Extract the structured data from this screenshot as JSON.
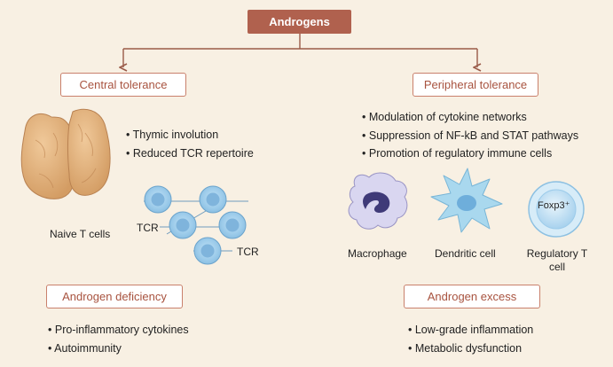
{
  "title": "Androgens",
  "central": {
    "heading": "Central tolerance",
    "effects": [
      "Thymic involution",
      "Reduced TCR repertoire"
    ],
    "naive_label": "Naive T cells",
    "tcr_label_left": "TCR",
    "tcr_label_right": "TCR"
  },
  "peripheral": {
    "heading": "Peripheral tolerance",
    "effects": [
      "Modulation of cytokine networks",
      "Suppression of NF-kB and STAT pathways",
      "Promotion of regulatory immune cells"
    ],
    "cells": {
      "macrophage": "Macrophage",
      "dendritic": "Dendritic cell",
      "treg": "Regulatory T cell",
      "foxp3": "Foxp3⁺"
    }
  },
  "deficiency": {
    "heading": "Androgen deficiency",
    "effects": [
      "Pro-inflammatory cytokines",
      "Autoimmunity"
    ]
  },
  "excess": {
    "heading": "Androgen excess",
    "effects": [
      "Low-grade inflammation",
      "Metabolic dysfunction"
    ]
  }
}
